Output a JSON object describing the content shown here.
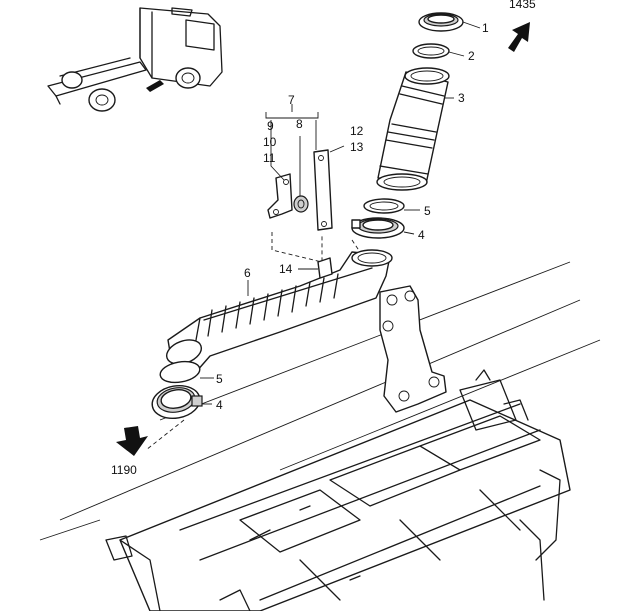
{
  "callouts": {
    "p1": "1",
    "p2": "2",
    "p3": "3",
    "p4_top": "4",
    "p5_top": "5",
    "p6": "6",
    "p7": "7",
    "p8": "8",
    "p9": "9",
    "p10": "10",
    "p11": "11",
    "p12": "12",
    "p13": "13",
    "p14": "14",
    "p4_bottom": "4",
    "p5_bottom": "5"
  },
  "references": {
    "top_right": "1435",
    "bottom_left": "1190"
  },
  "icons": {
    "truck": "truck-location-icon",
    "arrow_up": "arrow-up-right-icon",
    "arrow_down": "arrow-down-icon"
  }
}
